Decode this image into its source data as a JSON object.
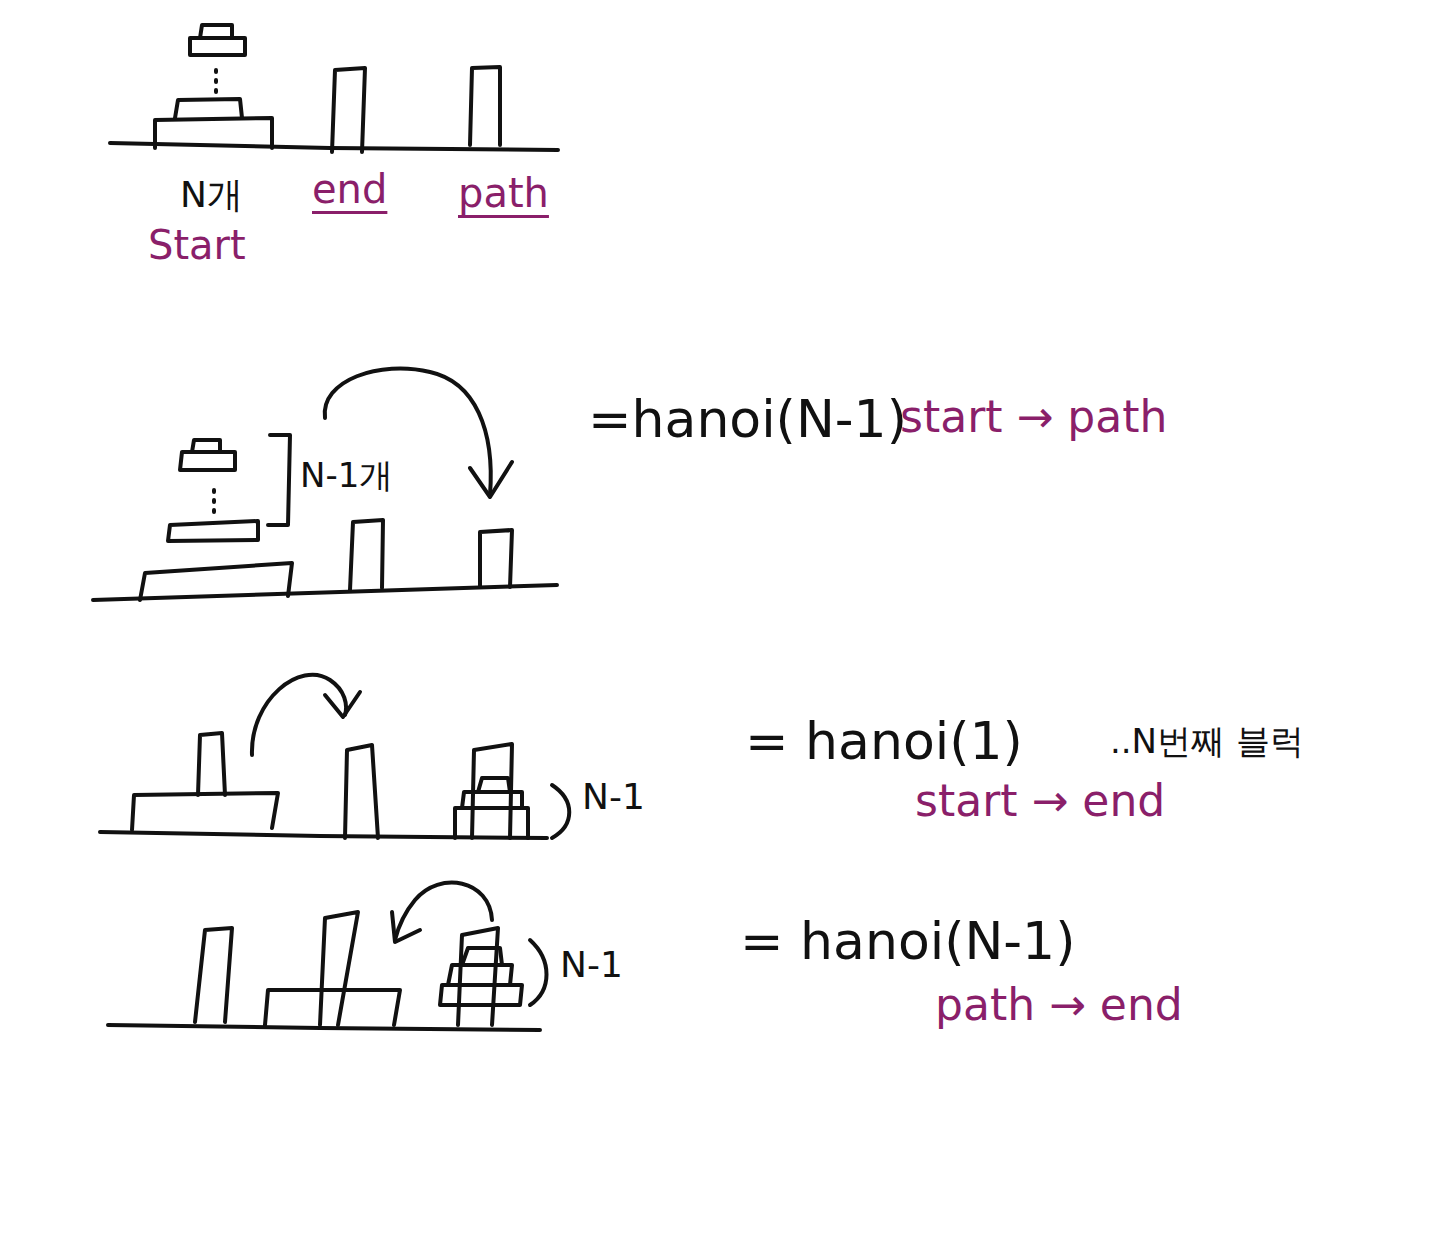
{
  "diagram": {
    "labels": [
      "N개",
      "Start",
      "end",
      "path",
      "N-1개",
      "=hanoi(N-1)",
      "start → path",
      "= hanoi(1)",
      "..N번째 블럭",
      "start → end",
      "N-1",
      "= hanoi(N-1)",
      "path → end",
      "N-1"
    ]
  }
}
